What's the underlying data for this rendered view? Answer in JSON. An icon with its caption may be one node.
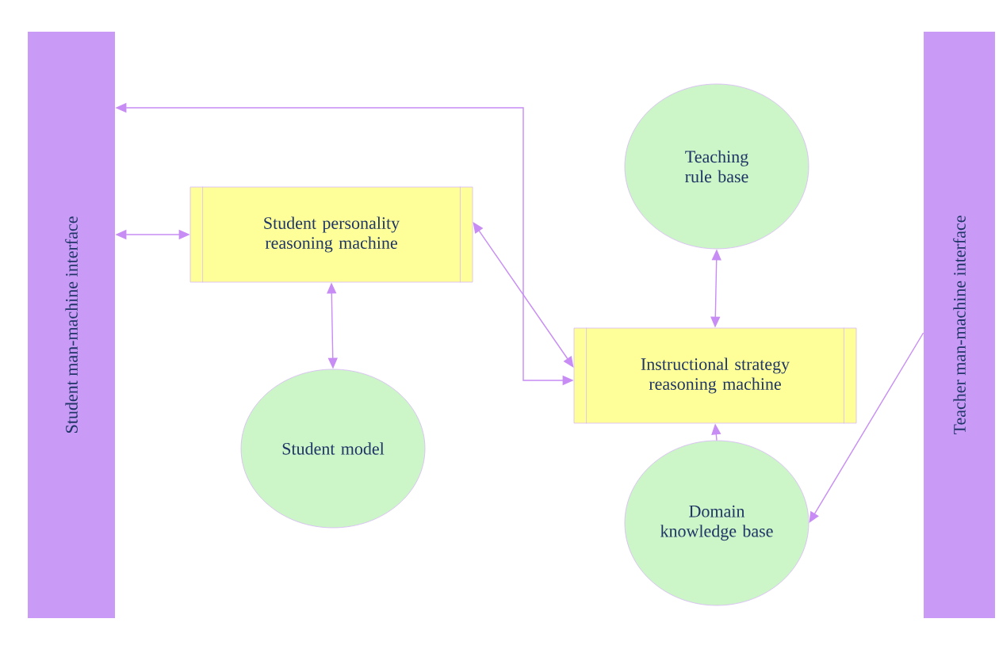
{
  "diagram": {
    "nodes": [
      {
        "text": [
          "Student man-machine interface"
        ]
      },
      {
        "text": [
          "Student personality reasoning machine"
        ]
      },
      {
        "text": [
          "Student model"
        ]
      },
      {
        "text": [
          "Teaching rule base"
        ]
      },
      {
        "text": [
          "Instructional strategy reasoning machine"
        ]
      },
      {
        "text": [
          "Domain knowledge base"
        ]
      },
      {
        "text": [
          "Teacher man-machine interface"
        ]
      }
    ],
    "edges": [
      {
        "from": 0,
        "to": 4,
        "arrow": "both"
      },
      {
        "from": 0,
        "to": 1,
        "arrow": "both"
      },
      {
        "from": 1,
        "to": 4,
        "arrow": "both"
      },
      {
        "from": 1,
        "to": 2,
        "arrow": "both"
      },
      {
        "from": 3,
        "to": 4,
        "arrow": "both"
      },
      {
        "from": 5,
        "to": 4,
        "arrow": "to"
      },
      {
        "from": 6,
        "to": 5,
        "arrow": "to"
      }
    ]
  }
}
